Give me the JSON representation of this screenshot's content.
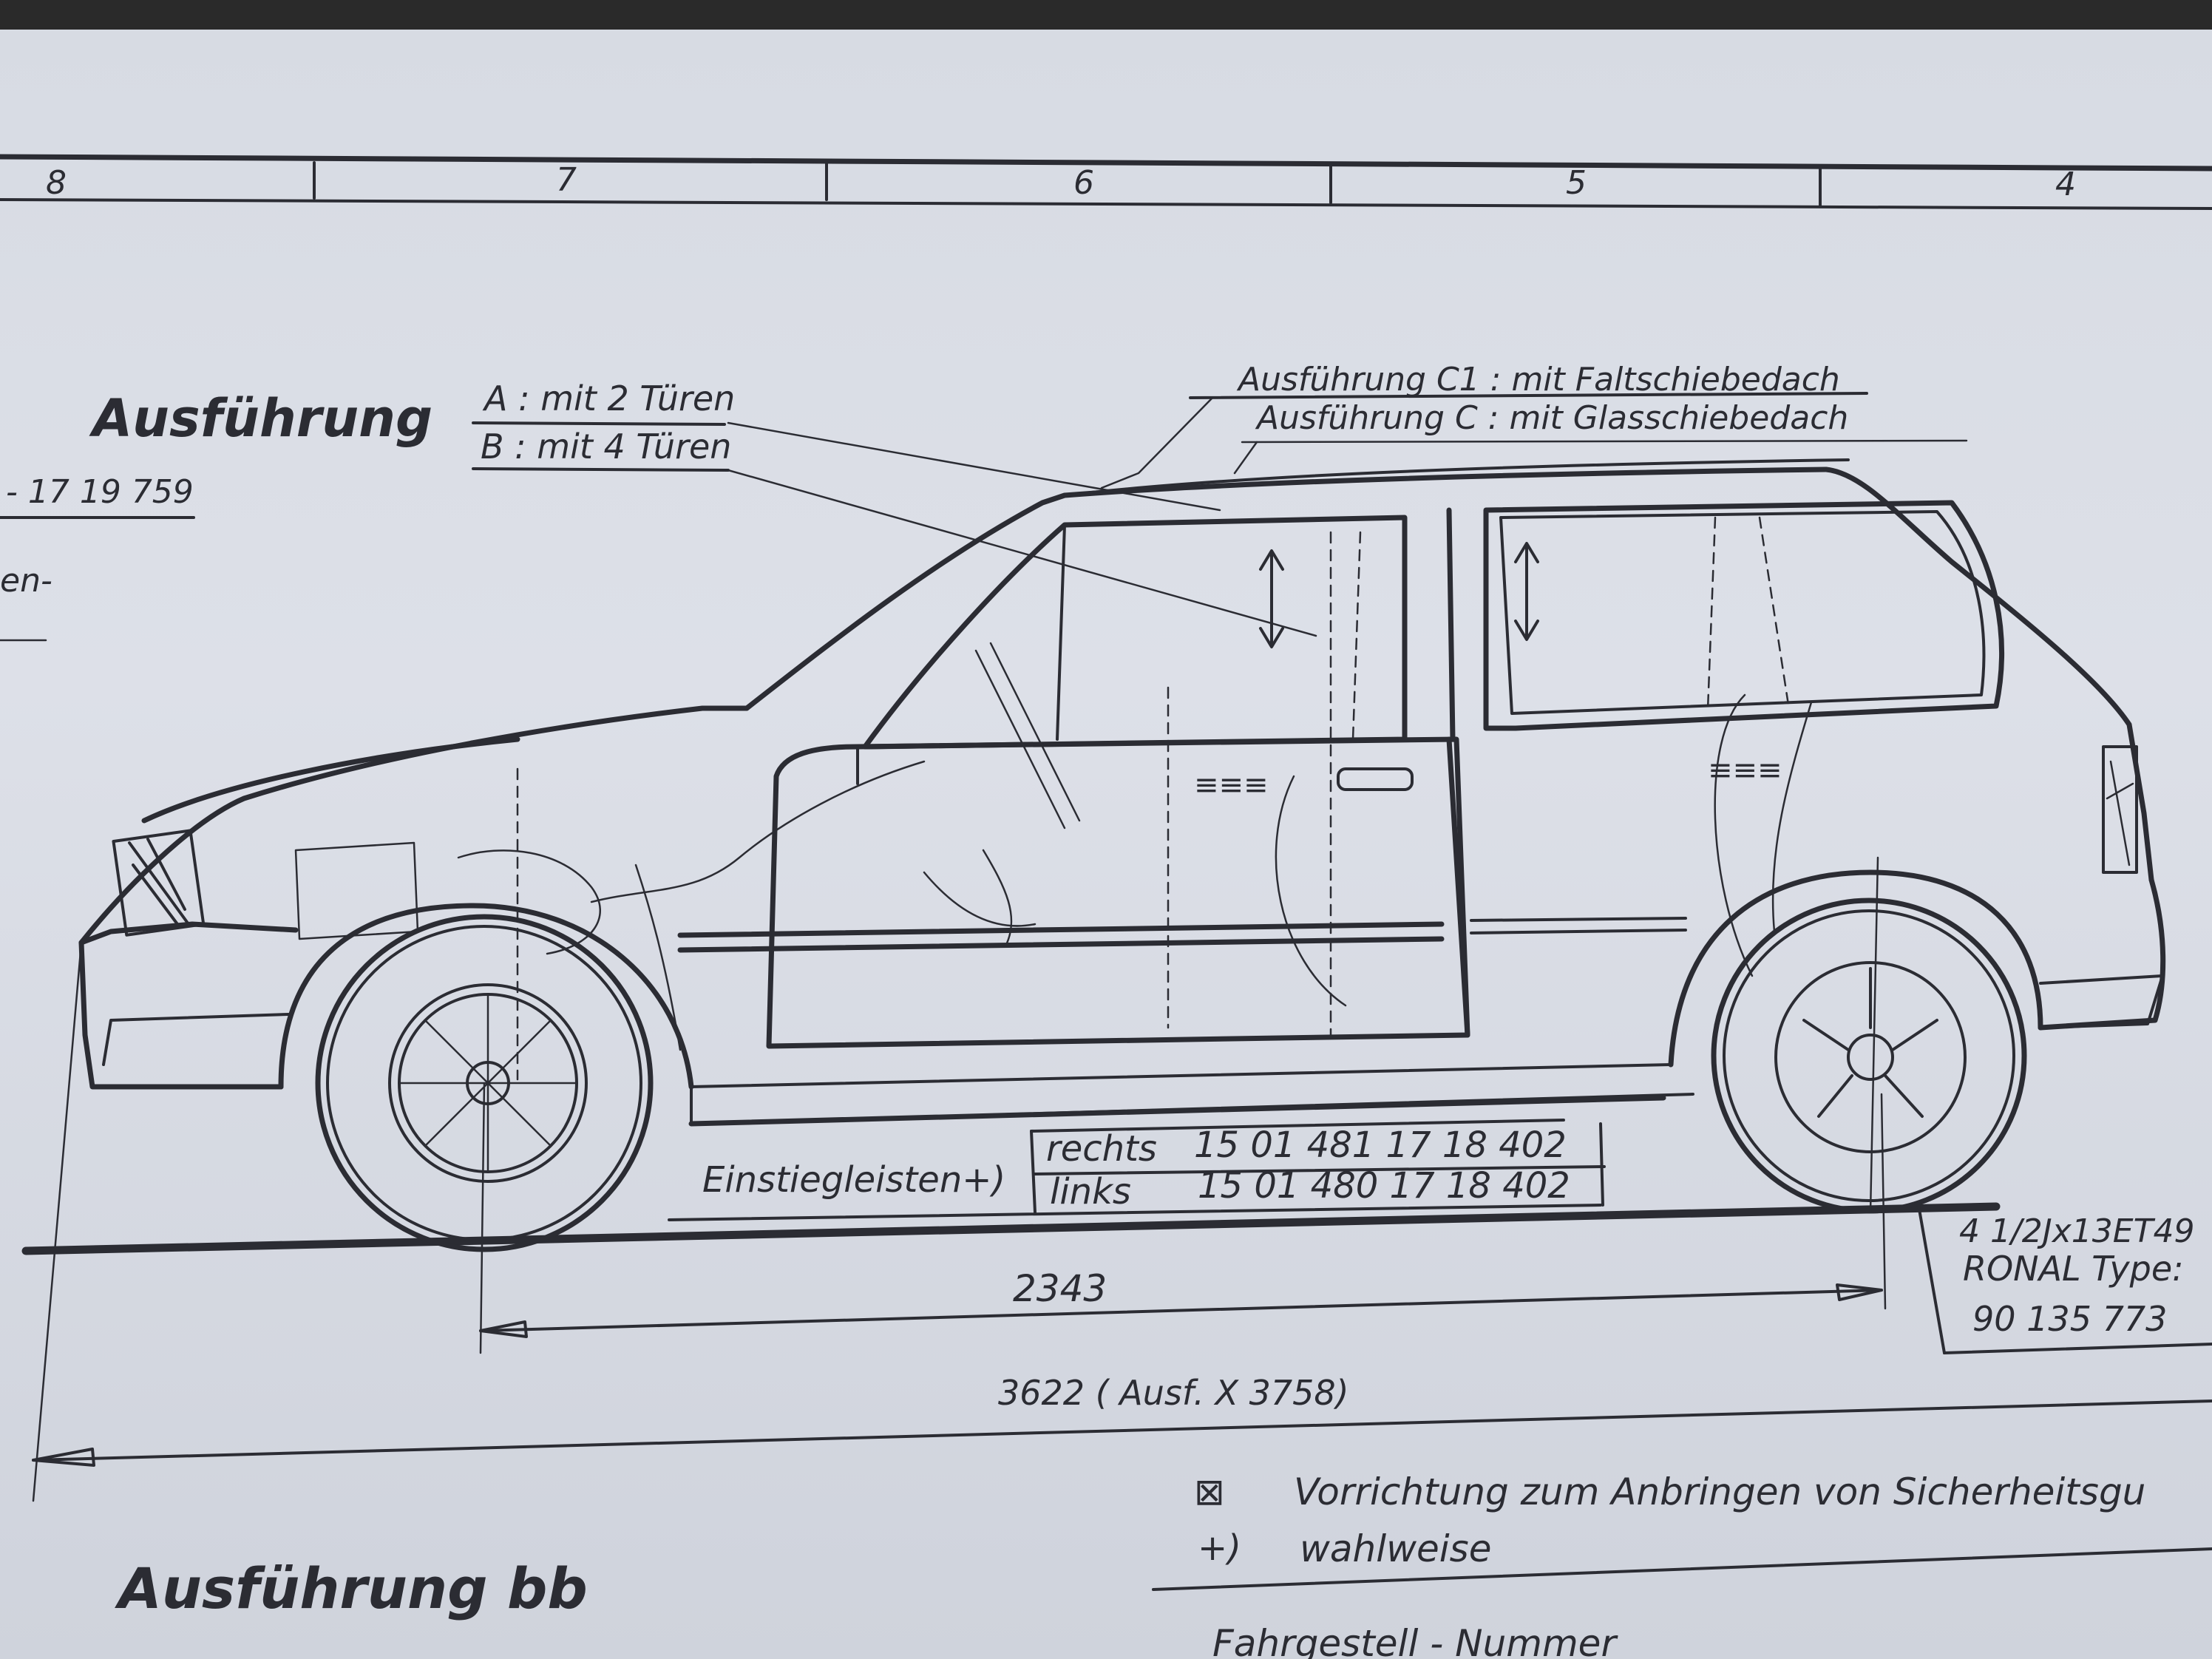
{
  "colors": {
    "paper": "#dadde5",
    "ink": "#2b2c33",
    "background": "#2a2a2a"
  },
  "frame": {
    "grid_numbers": [
      "8",
      "7",
      "6",
      "5",
      "4"
    ]
  },
  "header": {
    "variant_title": "Ausführung",
    "variant_a": "A : mit 2 Türen",
    "variant_b": "B : mit 4 Türen",
    "part_number": "- 17 19 759",
    "fragment": "en-"
  },
  "roof": {
    "c1": "Ausführung C1 : mit Faltschiebedach",
    "c": "Ausführung C : mit Glasschiebedach"
  },
  "sill": {
    "label": "Einstiegleisten+)",
    "right_label": "rechts",
    "right_numbers": "15 01 481   17 18  402",
    "left_label": "links",
    "left_numbers": "15 01 480   17 18  402"
  },
  "wheel_spec": {
    "line1": "4 1/2Jx13ET49",
    "line2": "RONAL Type:",
    "line3": "90 135 773"
  },
  "dimensions": {
    "wheelbase": "2343",
    "length": "3622  ( Ausf. X 3758)"
  },
  "legend": {
    "symbol1": "⊠",
    "text1": "Vorrichtung  zum  Anbringen  von  Sicherheitsgu",
    "symbol2": "+)",
    "text2": "wahlweise"
  },
  "footer": {
    "title": "Ausführung bb",
    "chassis": "Fahrgestell - Nummer"
  }
}
